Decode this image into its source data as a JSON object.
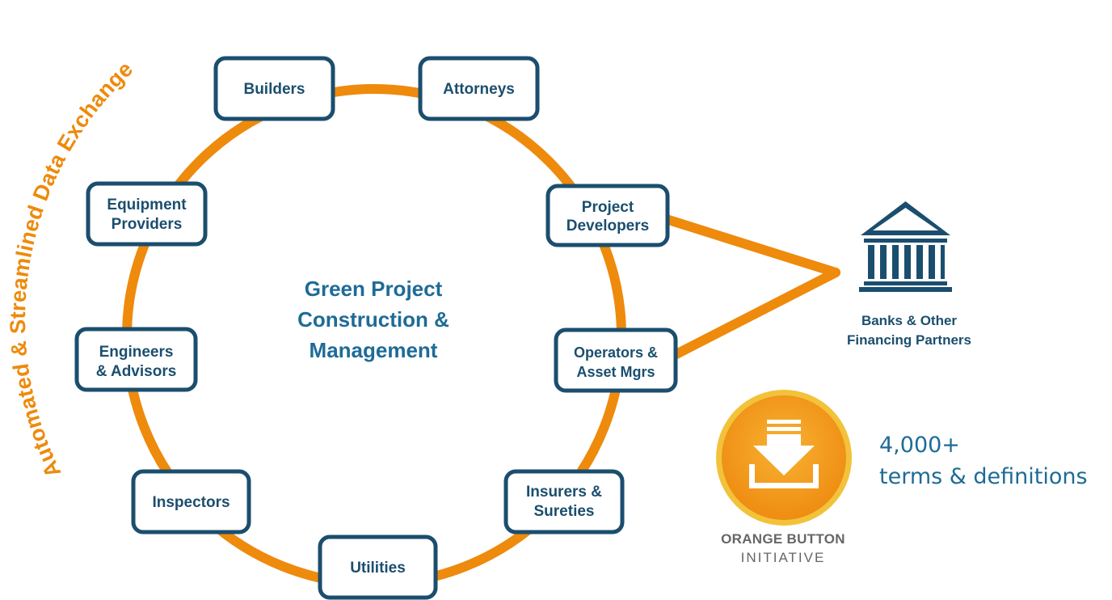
{
  "arc_heading": "Automated & Streamlined Data Exchange",
  "center": {
    "line1": "Green Project",
    "line2": "Construction &",
    "line3": "Management"
  },
  "nodes": {
    "builders": {
      "line1": "Builders"
    },
    "attorneys": {
      "line1": "Attorneys"
    },
    "project_developers": {
      "line1": "Project",
      "line2": "Developers"
    },
    "equipment_providers": {
      "line1": "Equipment",
      "line2": "Providers"
    },
    "engineers_advisors": {
      "line1": "Engineers",
      "line2": "& Advisors"
    },
    "operators_asset_mgrs": {
      "line1": "Operators &",
      "line2": "Asset Mgrs"
    },
    "inspectors": {
      "line1": "Inspectors"
    },
    "insurers_sureties": {
      "line1": "Insurers &",
      "line2": "Sureties"
    },
    "utilities": {
      "line1": "Utilities"
    }
  },
  "bank": {
    "icon": "bank-building-icon",
    "line1": "Banks & Other",
    "line2": "Financing Partners"
  },
  "orange_button": {
    "icon": "download-arrow-icon",
    "line1": "ORANGE BUTTON",
    "line2": "INITIATIVE"
  },
  "stat": {
    "count": "4,000+",
    "label": "terms & definitions"
  },
  "colors": {
    "orange": "#EE8A0C",
    "navy": "#1B4E6E",
    "teal_text": "#1E6B96",
    "gray_text": "#666666"
  }
}
